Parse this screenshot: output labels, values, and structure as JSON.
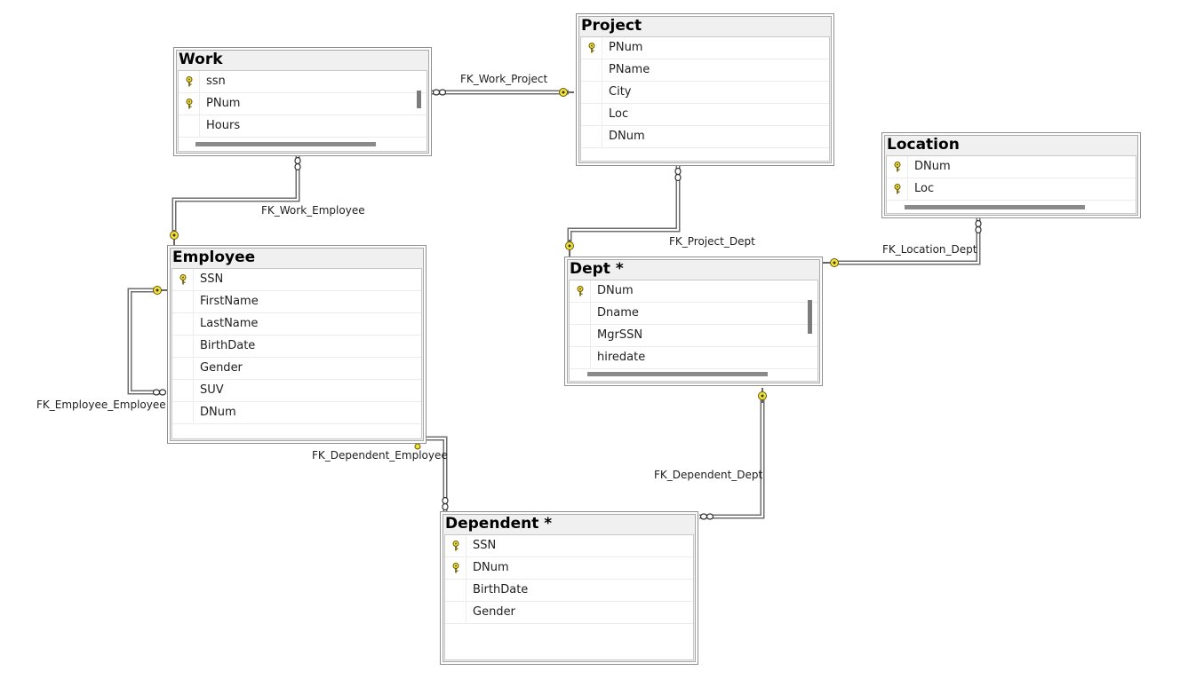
{
  "tables": {
    "work": {
      "title": "Work",
      "columns": [
        {
          "name": "ssn",
          "pk": true
        },
        {
          "name": "PNum",
          "pk": true
        },
        {
          "name": "Hours",
          "pk": false
        }
      ]
    },
    "project": {
      "title": "Project",
      "columns": [
        {
          "name": "PNum",
          "pk": true
        },
        {
          "name": "PName",
          "pk": false
        },
        {
          "name": "City",
          "pk": false
        },
        {
          "name": "Loc",
          "pk": false
        },
        {
          "name": "DNum",
          "pk": false
        }
      ]
    },
    "location": {
      "title": "Location",
      "columns": [
        {
          "name": "DNum",
          "pk": true
        },
        {
          "name": "Loc",
          "pk": true
        }
      ]
    },
    "employee": {
      "title": "Employee",
      "columns": [
        {
          "name": "SSN",
          "pk": true
        },
        {
          "name": "FirstName",
          "pk": false
        },
        {
          "name": "LastName",
          "pk": false
        },
        {
          "name": "BirthDate",
          "pk": false
        },
        {
          "name": "Gender",
          "pk": false
        },
        {
          "name": "SUV",
          "pk": false
        },
        {
          "name": "DNum",
          "pk": false
        }
      ]
    },
    "dept": {
      "title": "Dept *",
      "columns": [
        {
          "name": "DNum",
          "pk": true
        },
        {
          "name": "Dname",
          "pk": false
        },
        {
          "name": "MgrSSN",
          "pk": false
        },
        {
          "name": "hiredate",
          "pk": false
        }
      ]
    },
    "dependent": {
      "title": "Dependent *",
      "columns": [
        {
          "name": "SSN",
          "pk": true
        },
        {
          "name": "DNum",
          "pk": true
        },
        {
          "name": "BirthDate",
          "pk": false
        },
        {
          "name": "Gender",
          "pk": false
        }
      ]
    }
  },
  "relationships": {
    "fk_work_project": "FK_Work_Project",
    "fk_work_employee": "FK_Work_Employee",
    "fk_project_dept": "FK_Project_Dept",
    "fk_location_dept": "FK_Location_Dept",
    "fk_employee_employee": "FK_Employee_Employee",
    "fk_dependent_employee": "FK_Dependent_Employee",
    "fk_dependent_dept": "FK_Dependent_Dept"
  },
  "colors": {
    "key_fill": "#f1e13c",
    "key_stroke": "#6b5a00",
    "line_dark": "#6e6e6e",
    "panel": "#f0f0f0"
  }
}
